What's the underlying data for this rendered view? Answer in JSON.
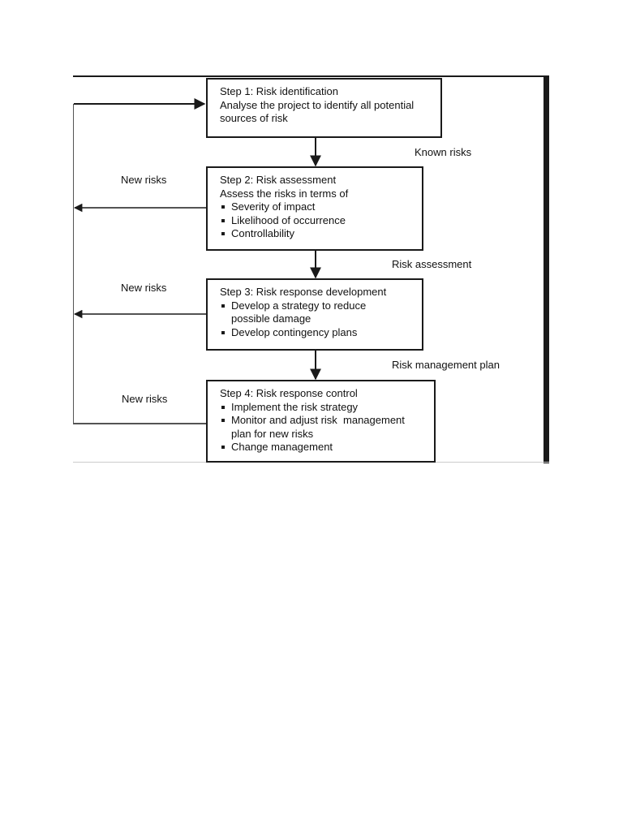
{
  "steps": [
    {
      "title": "Step 1: Risk identification",
      "description": [
        "Analyse the project to identify all potential",
        "sources of risk"
      ],
      "bullets": []
    },
    {
      "title": "Step 2: Risk assessment",
      "description": [
        "Assess the risks in terms of"
      ],
      "bullets": [
        "Severity of impact",
        "Likelihood of occurrence",
        "Controllability"
      ]
    },
    {
      "title": "Step 3: Risk response development",
      "description": [],
      "bullets": [
        "Develop a strategy to reduce possible damage",
        "Develop contingency plans"
      ]
    },
    {
      "title": "Step 4: Risk response control",
      "description": [],
      "bullets": [
        "Implement the risk strategy",
        "Monitor and adjust risk  management plan for new risks",
        "Change management"
      ]
    }
  ],
  "flow_labels": [
    "Known risks",
    "Risk assessment",
    "Risk management plan"
  ],
  "feedback_labels": [
    "New risks",
    "New risks",
    "New risks"
  ]
}
